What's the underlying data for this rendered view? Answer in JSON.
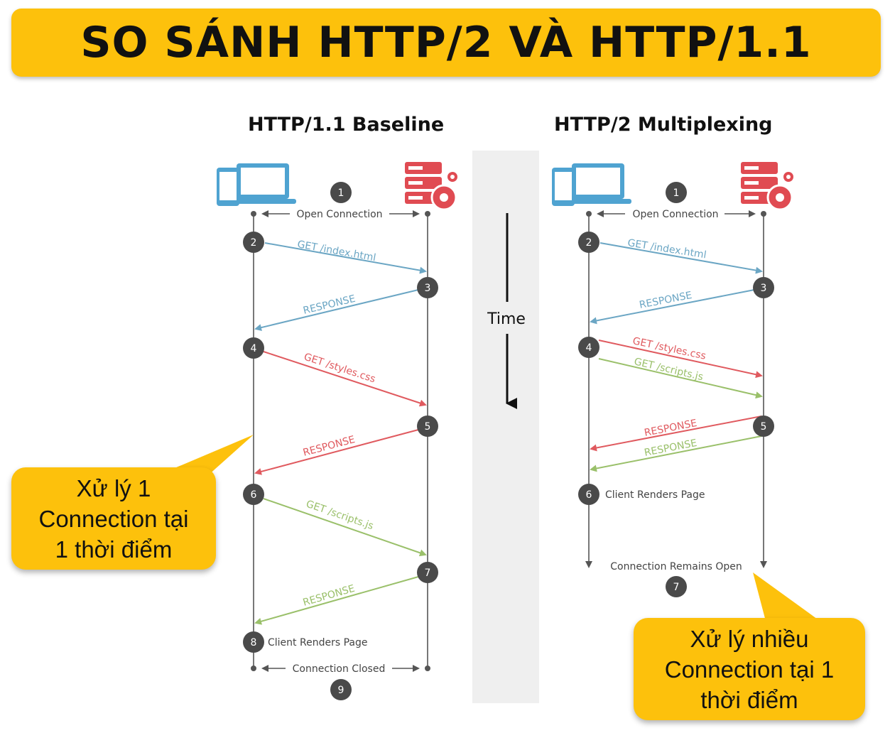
{
  "title": "SO SÁNH HTTP/2 VÀ HTTP/1.1",
  "left": {
    "heading": "HTTP/1.1 Baseline",
    "open": "Open Connection",
    "messages": [
      "GET /index.html",
      "RESPONSE",
      "GET /styles.css",
      "RESPONSE",
      "GET /scripts.js",
      "RESPONSE"
    ],
    "steps": [
      "1",
      "2",
      "3",
      "4",
      "5",
      "6",
      "7",
      "8",
      "9"
    ],
    "client_renders": "Client Renders Page",
    "closed": "Connection Closed"
  },
  "right": {
    "heading": "HTTP/2 Multiplexing",
    "open": "Open Connection",
    "messages": [
      "GET /index.html",
      "RESPONSE",
      "GET /styles.css",
      "GET /scripts.js",
      "RESPONSE",
      "RESPONSE"
    ],
    "steps": [
      "1",
      "2",
      "3",
      "4",
      "5",
      "6",
      "7"
    ],
    "client_renders": "Client Renders Page",
    "remains": "Connection Remains Open"
  },
  "time_label": "Time",
  "callout_left": [
    "Xử lý 1",
    "Connection tại",
    "1 thời điểm"
  ],
  "callout_right": [
    "Xử lý nhiều",
    "Connection tại 1",
    "thời điểm"
  ],
  "colors": {
    "banner": "#FDC10C",
    "blue": "#6BA6C4",
    "red": "#E05A5F",
    "green": "#9AC06A",
    "step_circle": "#4a4a4a",
    "device": "#4FA3D1",
    "server": "#E04B52"
  }
}
